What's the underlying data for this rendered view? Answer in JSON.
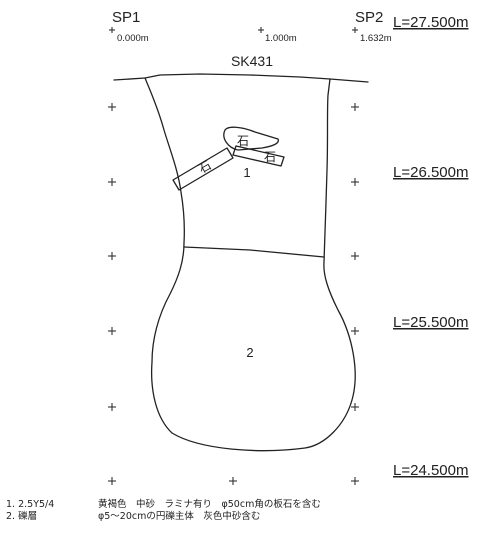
{
  "section": {
    "title": "SK431",
    "survey_points": [
      {
        "label": "SP1",
        "offset": "0.000m"
      },
      {
        "label": "",
        "offset": "1.000m"
      },
      {
        "label": "SP2",
        "offset": "1.632m"
      }
    ],
    "elevations": [
      "L=27.500m",
      "L=26.500m",
      "L=25.500m",
      "L=24.500m"
    ],
    "layers": [
      {
        "number": "1"
      },
      {
        "number": "2"
      }
    ],
    "stone_label": "石"
  },
  "legend": [
    {
      "number": "1. 2.5Y5/4",
      "text": "黄褐色　中砂　ラミナ有り　φ50cm角の板石を含む"
    },
    {
      "number": "2. 礫層",
      "text": "φ5～20cmの円礫主体　灰色中砂含む"
    }
  ]
}
